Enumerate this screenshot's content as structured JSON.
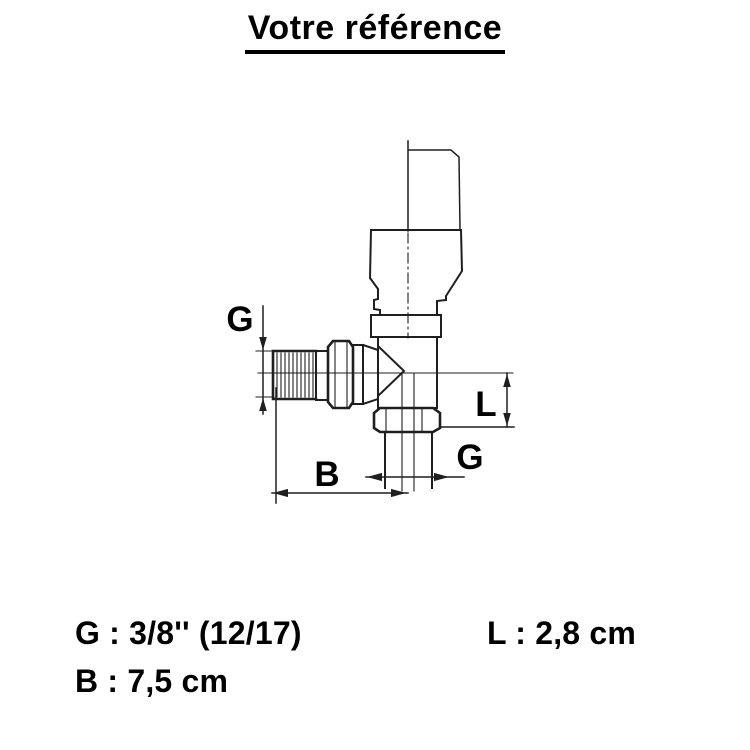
{
  "title": "Votre référence",
  "diagram_labels": {
    "g_top": "G",
    "l_right": "L",
    "g_bottom": "G",
    "b_bottom": "B"
  },
  "specs": {
    "g_line": "G : 3/8'' (12/17)",
    "l_line": "L : 2,8 cm",
    "b_line": "B : 7,5 cm"
  },
  "colors": {
    "background": "#ffffff",
    "ink": "#000000",
    "line": "#1f1f1f"
  }
}
